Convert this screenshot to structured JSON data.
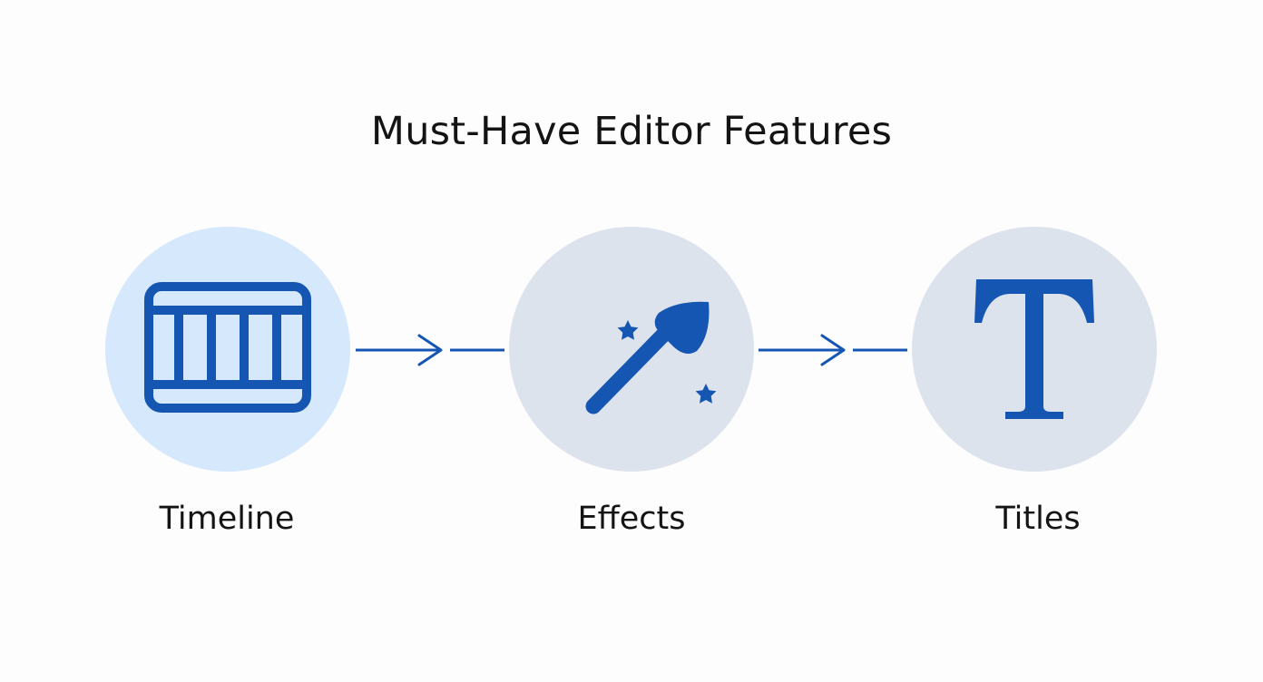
{
  "title": "Must-Have Editor Features",
  "colors": {
    "icon_blue": "#1556b3",
    "active_circle": "#d6e8fb",
    "inactive_circle": "#dde3ec",
    "text": "#141414"
  },
  "steps": [
    {
      "label": "Timeline",
      "icon": "timeline-icon",
      "state": "active"
    },
    {
      "label": "Effects",
      "icon": "magic-wand-icon",
      "state": "inactive"
    },
    {
      "label": "Titles",
      "icon": "text-t-icon",
      "state": "inactive"
    }
  ]
}
